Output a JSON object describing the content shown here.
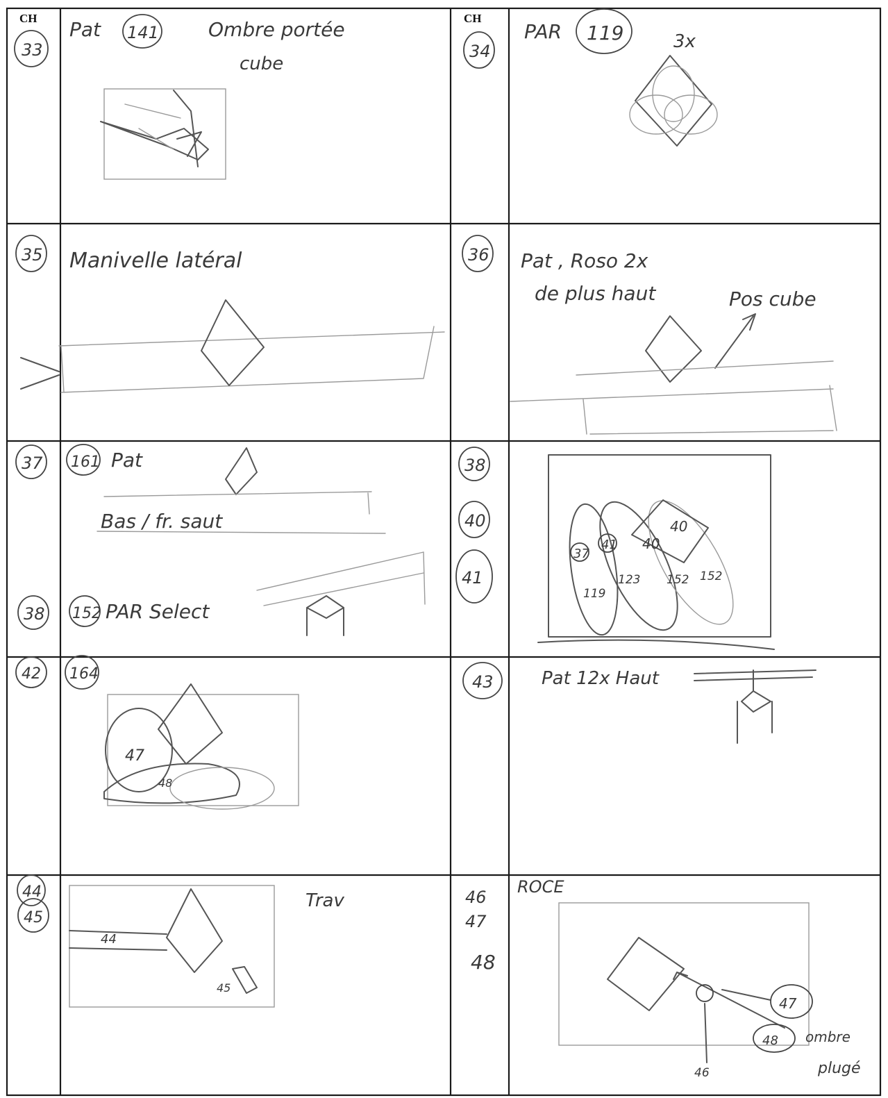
{
  "header": {
    "left_label": "CH",
    "right_label": "CH"
  },
  "cells": [
    {
      "ch": "33",
      "notes": [
        "Pat",
        "141",
        "Ombre portée",
        "cube"
      ]
    },
    {
      "ch": "34",
      "notes": [
        "PAR",
        "119",
        "3x"
      ]
    },
    {
      "ch": "35",
      "notes": [
        "Manivelle latéral"
      ]
    },
    {
      "ch": "36",
      "notes": [
        "Pat , Roso 2x",
        "de plus haut",
        "Pos cube"
      ]
    },
    {
      "ch": "37",
      "notes": [
        "161",
        "Pat",
        "Bas / fr. saut"
      ]
    },
    {
      "ch": "38",
      "ch_stack": [
        "40",
        "41"
      ],
      "notes": [
        "37",
        "41",
        "40",
        "40",
        "119",
        "123",
        "152",
        "152"
      ]
    },
    {
      "ch": "38",
      "notes": [
        "152",
        "PAR Select"
      ]
    },
    {
      "ch": "42",
      "notes": [
        "164",
        "47",
        "48"
      ]
    },
    {
      "ch": "43",
      "notes": [
        "Pat 12x Haut"
      ]
    },
    {
      "ch": "44",
      "ch_extra": "45",
      "notes": [
        "Trav",
        "44",
        "45"
      ]
    },
    {
      "ch_list": [
        "46",
        "47",
        "48"
      ],
      "notes": [
        "ROCE",
        "47",
        "48",
        "ombre",
        "plugé",
        "46"
      ]
    }
  ]
}
